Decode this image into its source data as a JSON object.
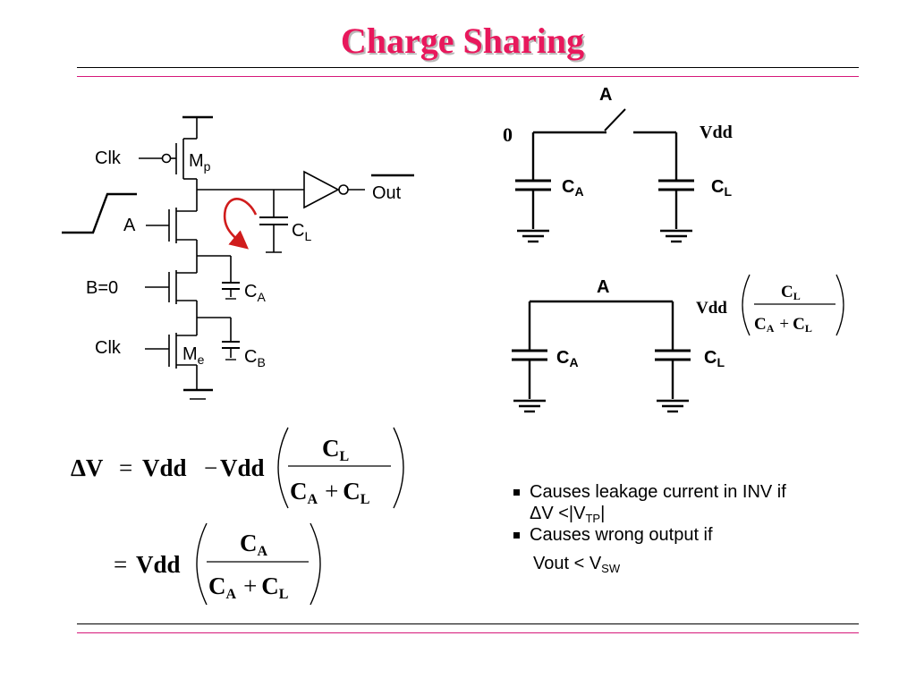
{
  "slide": {
    "title": "Charge Sharing"
  },
  "circuit": {
    "clk_top": "Clk",
    "mp_main": "M",
    "mp_sub": "p",
    "a": "A",
    "b": "B=0",
    "clk_bottom": "Clk",
    "me_main": "M",
    "me_sub": "e",
    "cl_main": "C",
    "cl_sub": "L",
    "ca_main": "C",
    "ca_sub": "A",
    "cb_main": "C",
    "cb_sub": "B",
    "out": "Out"
  },
  "switch_model": {
    "switch_label": "A",
    "left_voltage": "0",
    "right_voltage": "Vdd",
    "left_cap_main": "C",
    "left_cap_sub": "A",
    "right_cap_main": "C",
    "right_cap_sub": "L"
  },
  "shared_model": {
    "node_label": "A",
    "left_cap_main": "C",
    "left_cap_sub": "A",
    "right_cap_main": "C",
    "right_cap_sub": "L",
    "formula": {
      "vdd": "Vdd",
      "num_main": "C",
      "num_sub": "L",
      "den_a_main": "C",
      "den_a_sub": "A",
      "plus": "+",
      "den_b_main": "C",
      "den_b_sub": "L"
    }
  },
  "equation1": {
    "lhs": "ΔV",
    "eq": "=",
    "vdd1": "Vdd",
    "minus": "−",
    "vdd2": "Vdd",
    "num_main": "C",
    "num_sub": "L",
    "den_a_main": "C",
    "den_a_sub": "A",
    "plus": "+",
    "den_b_main": "C",
    "den_b_sub": "L"
  },
  "equation2": {
    "eq": "=",
    "vdd": "Vdd",
    "num_main": "C",
    "num_sub": "A",
    "den_a_main": "C",
    "den_a_sub": "A",
    "plus": "+",
    "den_b_main": "C",
    "den_b_sub": "L"
  },
  "bullets": {
    "b1_line1": "Causes leakage current in INV if",
    "b1_line2_pre": "ΔV <|V",
    "b1_line2_sub": "TP",
    "b1_line2_post": "|",
    "b2_line1": "Causes wrong output if",
    "b2_line2_pre": "Vout < V",
    "b2_line2_sub": "SW"
  }
}
